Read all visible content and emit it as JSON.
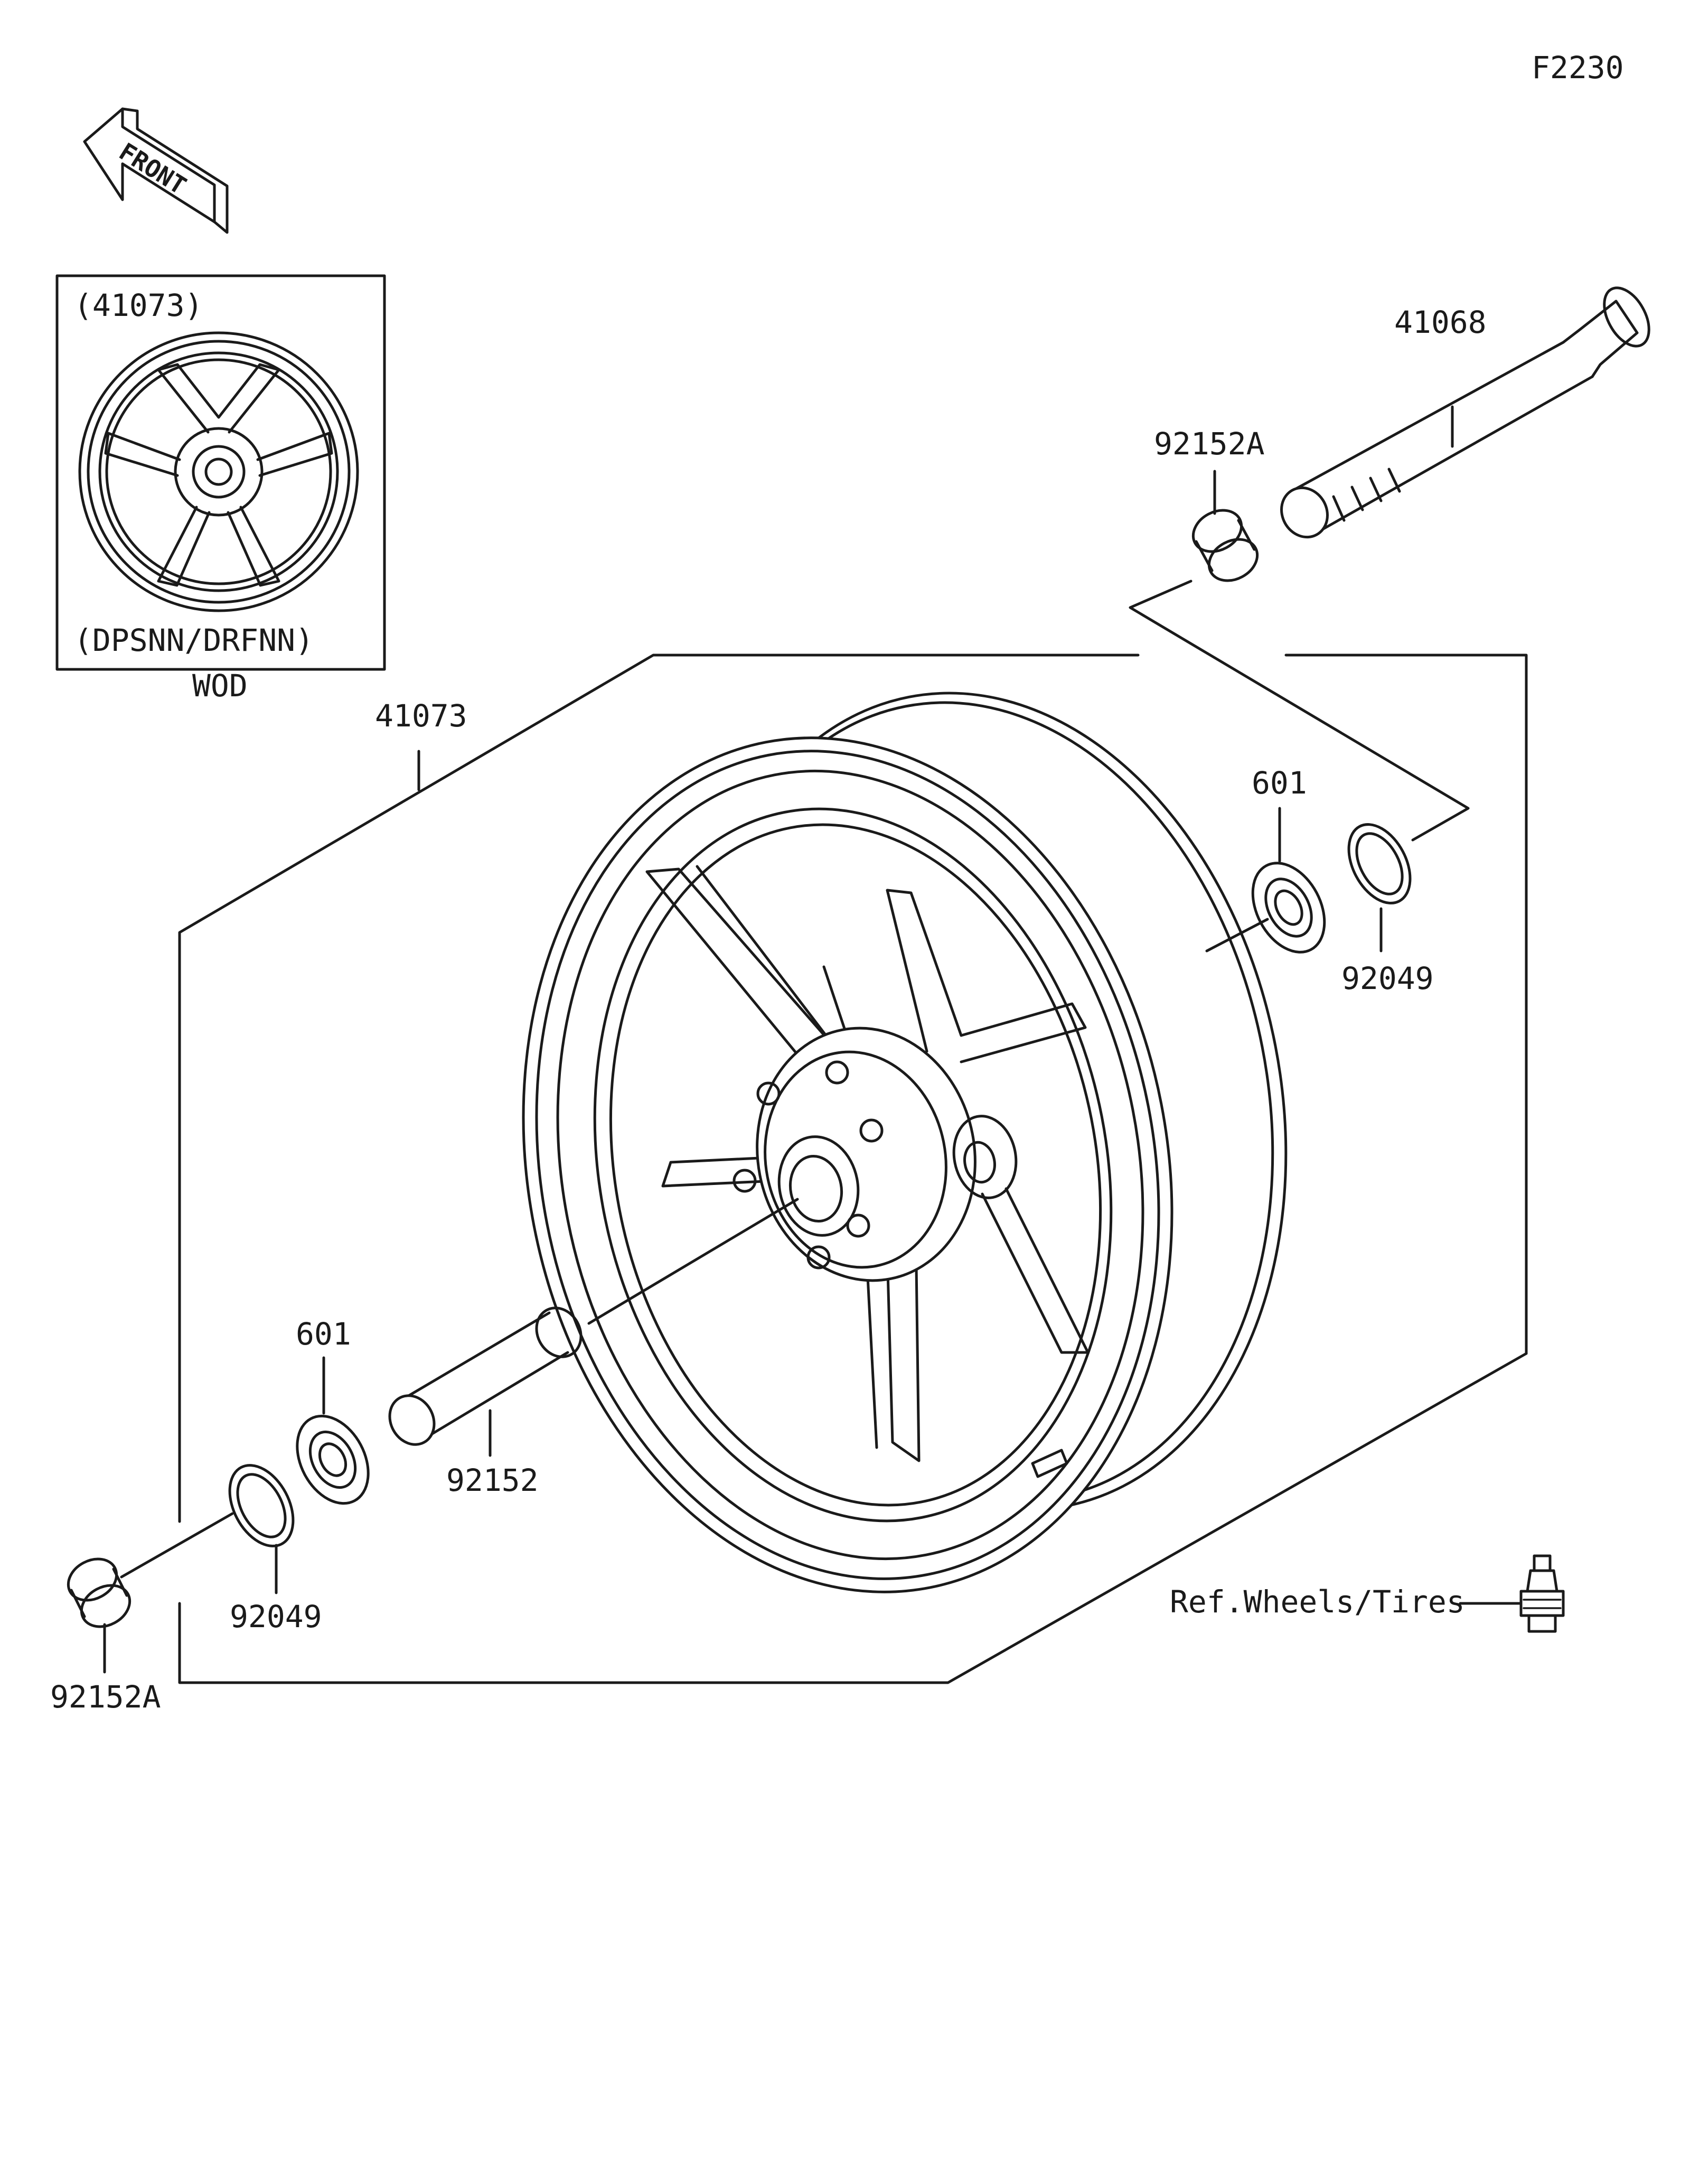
{
  "figure_code": "F2230",
  "front_arrow_text": "FRONT",
  "inset": {
    "part_number": "(41073)",
    "variant_codes": "(DPSNN/DRFNN)",
    "region": "WOD"
  },
  "callouts": {
    "wheel_assembly": "41073",
    "axle": "41068",
    "collar_upper": "92152A",
    "bearing_right": "601",
    "seal_right": "92049",
    "bearing_left": "601",
    "spacer": "92152",
    "seal_left": "92049",
    "collar_lower": "92152A",
    "reference": "Ref.Wheels/Tires"
  }
}
